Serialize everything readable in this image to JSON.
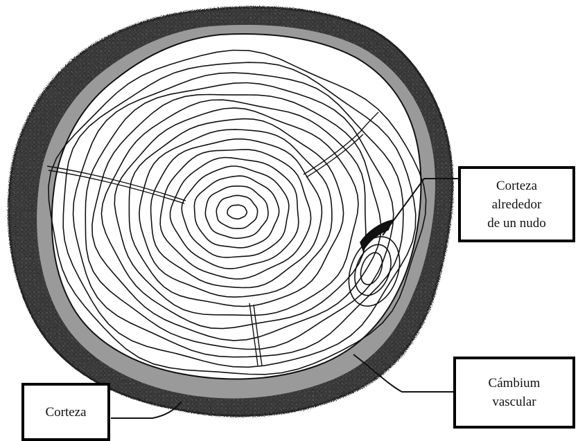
{
  "colors": {
    "bark": "#3f3f3f",
    "bark_dark": "#222222",
    "cambium": "#9a9a9a",
    "wood": "#ffffff",
    "ink": "#111111"
  },
  "labels": {
    "knot_bark": [
      "Corteza",
      "alrededor",
      "de un nudo"
    ],
    "cambium": [
      "Cámbium",
      "vascular"
    ],
    "bark": [
      "Corteza"
    ]
  }
}
